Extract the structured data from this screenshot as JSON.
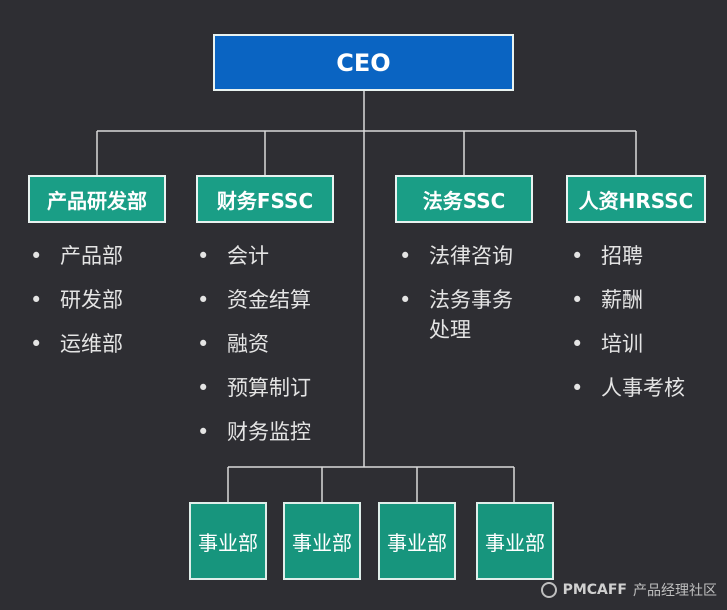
{
  "ceo": "CEO",
  "departments": [
    {
      "title": "产品研发部",
      "items": [
        "产品部",
        "研发部",
        "运维部"
      ]
    },
    {
      "title": "财务FSSC",
      "items": [
        "会计",
        "资金结算",
        "融资",
        "预算制订",
        "财务监控"
      ]
    },
    {
      "title": "法务SSC",
      "items": [
        "法律咨询",
        "法务事务\n处理"
      ]
    },
    {
      "title": "人资HRSSC",
      "items": [
        "招聘",
        "薪酬",
        "培训",
        "人事考核"
      ]
    }
  ],
  "business_units": [
    "事业部",
    "事业部",
    "事业部",
    "事业部"
  ],
  "watermark": {
    "brand": "PMCAFF",
    "text": "产品经理社区"
  },
  "colors": {
    "background": "#2e2e33",
    "ceo_fill": "#0a64c2",
    "department_fill": "#1a9e86",
    "unit_fill": "#17957d",
    "connector": "#d9d9d9"
  }
}
